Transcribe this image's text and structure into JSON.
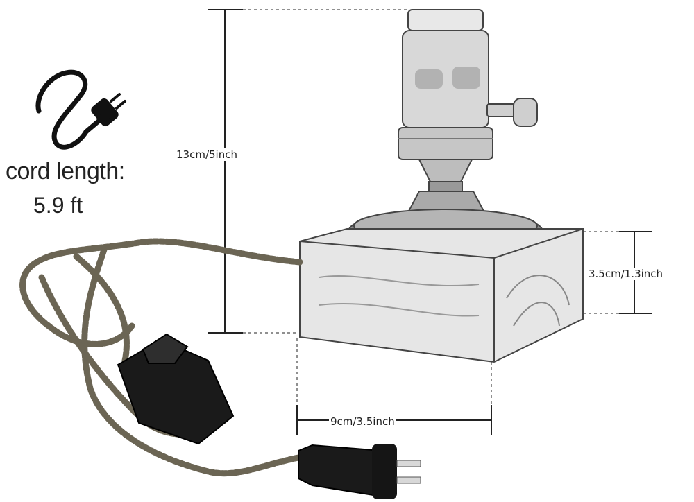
{
  "cord": {
    "label": "cord length:",
    "value": "5.9 ft",
    "icon": "plug-cord-icon"
  },
  "dimensions": {
    "total_height": "13cm/5inch",
    "base_height": "3.5cm/1.3inch",
    "base_width": "9cm/3.5inch"
  },
  "colors": {
    "ink": "#222222",
    "cord": "#6b6554",
    "switch": "#1a1a1a",
    "socket_metal": "#c9c9c9"
  }
}
